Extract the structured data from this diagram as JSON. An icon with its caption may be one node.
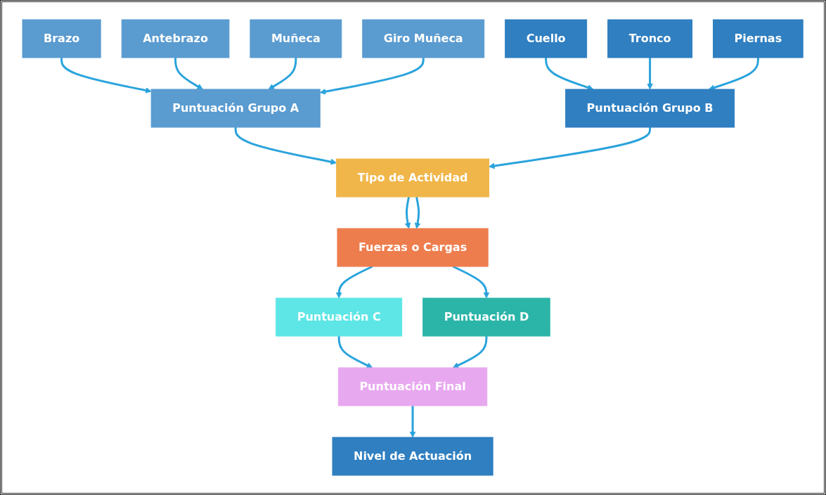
{
  "diagram": {
    "nodes": [
      {
        "text": [
          "Brazo"
        ]
      },
      {
        "text": [
          "Antebrazo"
        ]
      },
      {
        "text": [
          "Muñeca"
        ]
      },
      {
        "text": [
          "Giro Muñeca"
        ]
      },
      {
        "text": [
          "Puntuación Grupo A"
        ]
      },
      {
        "text": [
          "Tipo de Actividad"
        ]
      },
      {
        "text": [
          "Puntuación Grupo B"
        ]
      },
      {
        "text": [
          "Cuello"
        ]
      },
      {
        "text": [
          "Tronco"
        ]
      },
      {
        "text": [
          "Piernas"
        ]
      },
      {
        "text": [
          "Fuerzas o Cargas"
        ]
      },
      {
        "text": [
          "Puntuación C"
        ]
      },
      {
        "text": [
          "Puntuación D"
        ]
      },
      {
        "text": [
          "Puntuación Final"
        ]
      },
      {
        "text": [
          "Nivel de Actuación"
        ]
      }
    ],
    "edges": [
      {
        "from": 0,
        "to": 4,
        "arrow": "to"
      },
      {
        "from": 1,
        "to": 4,
        "arrow": "to"
      },
      {
        "from": 2,
        "to": 4,
        "arrow": "to"
      },
      {
        "from": 3,
        "to": 4,
        "arrow": "to"
      },
      {
        "from": 4,
        "to": 5,
        "arrow": "to"
      },
      {
        "from": 6,
        "to": 5,
        "arrow": "to"
      },
      {
        "from": 7,
        "to": 6,
        "arrow": "to"
      },
      {
        "from": 8,
        "to": 6,
        "arrow": "to"
      },
      {
        "from": 9,
        "to": 6,
        "arrow": "to"
      },
      {
        "from": 5,
        "to": 10,
        "arrow": "to"
      },
      {
        "from": 5,
        "to": 10,
        "arrow": "to"
      },
      {
        "from": 10,
        "to": 11,
        "arrow": "to"
      },
      {
        "from": 10,
        "to": 12,
        "arrow": "to"
      },
      {
        "from": 11,
        "to": 13,
        "arrow": "to"
      },
      {
        "from": 12,
        "to": 13,
        "arrow": "to"
      },
      {
        "from": 13,
        "to": 14,
        "arrow": "to"
      }
    ]
  }
}
